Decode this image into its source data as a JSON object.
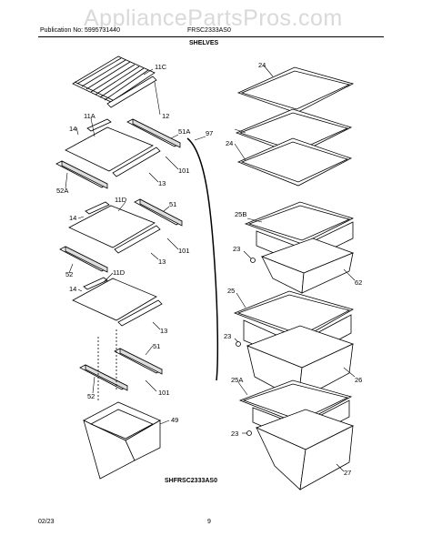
{
  "header": {
    "publication": "Publication No: 5995731440",
    "model": "FRSC2333AS0",
    "section_title": "SHELVES",
    "watermark": "AppliancePartsPros.com"
  },
  "labels": {
    "l11C": "11C",
    "l12": "12",
    "l14a": "14",
    "l11A": "11A",
    "l51A": "51A",
    "l97": "97",
    "l101a": "101",
    "l52A": "52A",
    "l13a": "13",
    "l11D_a": "11D",
    "l51a": "51",
    "l14b": "14",
    "l101b": "101",
    "l52a": "52",
    "l13b": "13",
    "l11D_b": "11D",
    "l14c": "14",
    "l13c": "13",
    "l51b": "51",
    "l52b": "52",
    "l101c": "101",
    "l49": "49",
    "l24a": "24",
    "l24b": "24",
    "l25B": "25B",
    "l23a": "23",
    "l62": "62",
    "l25": "25",
    "l23b": "23",
    "l26": "26",
    "l25A": "25A",
    "l23c": "23",
    "l27": "27"
  },
  "caption": "SHFRSC2333AS0",
  "footer": {
    "date": "02/23",
    "page": "9"
  }
}
